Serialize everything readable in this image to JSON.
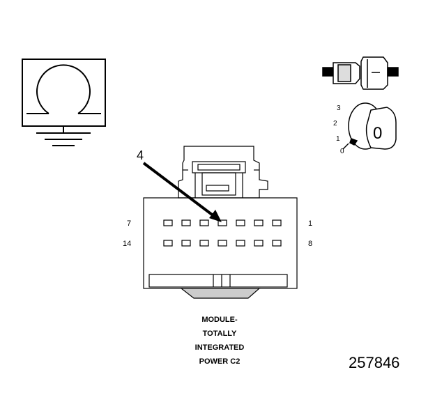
{
  "connector": {
    "callout_number": "4",
    "pin_labels": {
      "top_left": "7",
      "top_right": "1",
      "bottom_left": "14",
      "bottom_right": "8"
    },
    "caption_lines": [
      "MODULE-",
      "TOTALLY",
      "INTEGRATED",
      "POWER C2"
    ]
  },
  "ignition_key": {
    "positions": [
      "3",
      "2",
      "1",
      "0"
    ],
    "key_label": "0"
  },
  "document_number": "257846",
  "icons": [
    "ground-symbol-icon",
    "connector-plug-icon",
    "ignition-key-icon"
  ]
}
